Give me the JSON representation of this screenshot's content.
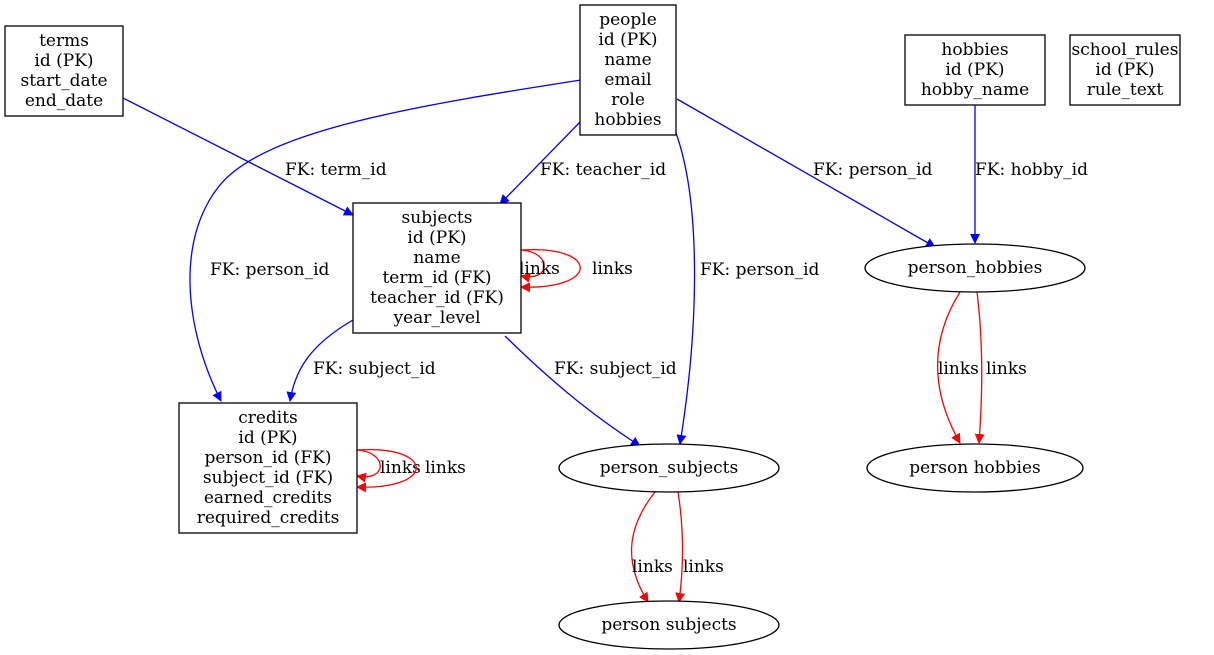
{
  "colors": {
    "fk_edge": "#0000ff",
    "link_edge": "#ff0000",
    "node_stroke": "#000000",
    "text": "#000000"
  },
  "nodes": [
    {
      "id": "terms",
      "shape": "box",
      "lines": [
        "terms",
        "id (PK)",
        "start_date",
        "end_date"
      ]
    },
    {
      "id": "people",
      "shape": "box",
      "lines": [
        "people",
        "id (PK)",
        "name",
        "email",
        "role",
        "hobbies"
      ]
    },
    {
      "id": "hobbies",
      "shape": "box",
      "lines": [
        "hobbies",
        "id (PK)",
        "hobby_name"
      ]
    },
    {
      "id": "school_rules",
      "shape": "box",
      "lines": [
        "school_rules",
        "id (PK)",
        "rule_text"
      ]
    },
    {
      "id": "subjects",
      "shape": "box",
      "lines": [
        "subjects",
        "id (PK)",
        "name",
        "term_id (FK)",
        "teacher_id (FK)",
        "year_level"
      ]
    },
    {
      "id": "credits",
      "shape": "box",
      "lines": [
        "credits",
        "id (PK)",
        "person_id (FK)",
        "subject_id (FK)",
        "earned_credits",
        "required_credits"
      ]
    },
    {
      "id": "person_hobbies",
      "shape": "ellipse",
      "lines": [
        "person_hobbies"
      ]
    },
    {
      "id": "person_hobbies_2",
      "shape": "ellipse",
      "lines": [
        "person hobbies"
      ]
    },
    {
      "id": "person_subjects",
      "shape": "ellipse",
      "lines": [
        "person_subjects"
      ]
    },
    {
      "id": "person_subjects_2",
      "shape": "ellipse",
      "lines": [
        "person subjects"
      ]
    }
  ],
  "edges": [
    {
      "id": "terms-subjects",
      "from": "terms",
      "to": "subjects",
      "kind": "fk",
      "label": "FK: term_id"
    },
    {
      "id": "people-subjects",
      "from": "people",
      "to": "subjects",
      "kind": "fk",
      "label": "FK: teacher_id"
    },
    {
      "id": "people-credits",
      "from": "people",
      "to": "credits",
      "kind": "fk",
      "label": "FK: person_id"
    },
    {
      "id": "people-person_subjects",
      "from": "people",
      "to": "person_subjects",
      "kind": "fk",
      "label": "FK: person_id"
    },
    {
      "id": "people-person_hobbies",
      "from": "people",
      "to": "person_hobbies",
      "kind": "fk",
      "label": "FK: person_id"
    },
    {
      "id": "hobbies-person_hobbies",
      "from": "hobbies",
      "to": "person_hobbies",
      "kind": "fk",
      "label": "FK: hobby_id"
    },
    {
      "id": "subjects-credits",
      "from": "subjects",
      "to": "credits",
      "kind": "fk",
      "label": "FK: subject_id"
    },
    {
      "id": "subjects-person_subjects",
      "from": "subjects",
      "to": "person_subjects",
      "kind": "fk",
      "label": "FK: subject_id"
    },
    {
      "id": "subjects-self-1",
      "from": "subjects",
      "to": "subjects",
      "kind": "link",
      "label": "links"
    },
    {
      "id": "subjects-self-2",
      "from": "subjects",
      "to": "subjects",
      "kind": "link",
      "label": "links"
    },
    {
      "id": "credits-self-1",
      "from": "credits",
      "to": "credits",
      "kind": "link",
      "label": "links"
    },
    {
      "id": "credits-self-2",
      "from": "credits",
      "to": "credits",
      "kind": "link",
      "label": "links"
    },
    {
      "id": "person_hobbies-link-1",
      "from": "person_hobbies",
      "to": "person_hobbies_2",
      "kind": "link",
      "label": "links"
    },
    {
      "id": "person_hobbies-link-2",
      "from": "person_hobbies",
      "to": "person_hobbies_2",
      "kind": "link",
      "label": "links"
    },
    {
      "id": "person_subjects-link-1",
      "from": "person_subjects",
      "to": "person_subjects_2",
      "kind": "link",
      "label": "links"
    },
    {
      "id": "person_subjects-link-2",
      "from": "person_subjects",
      "to": "person_subjects_2",
      "kind": "link",
      "label": "links"
    }
  ]
}
